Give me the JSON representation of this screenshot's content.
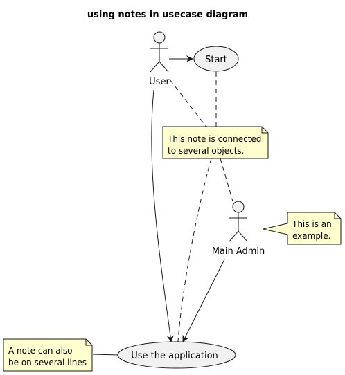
{
  "title": "using notes in usecase diagram",
  "actors": {
    "user": {
      "name": "User"
    },
    "admin": {
      "name": "Main Admin"
    }
  },
  "usecases": {
    "start": {
      "label": "Start"
    },
    "use_app": {
      "label": "Use the application"
    }
  },
  "notes": {
    "connected": {
      "lines": [
        "This note is connected",
        "to several objects."
      ]
    },
    "example": {
      "lines": [
        "This is an",
        "example."
      ]
    },
    "multiline": {
      "lines": [
        "A note can also",
        "be on several lines"
      ]
    }
  },
  "colors": {
    "actor_fill": "#F1F1F1",
    "usecase_fill": "#F1F1F1",
    "note_fill": "#FEFECE",
    "line": "#181818"
  }
}
